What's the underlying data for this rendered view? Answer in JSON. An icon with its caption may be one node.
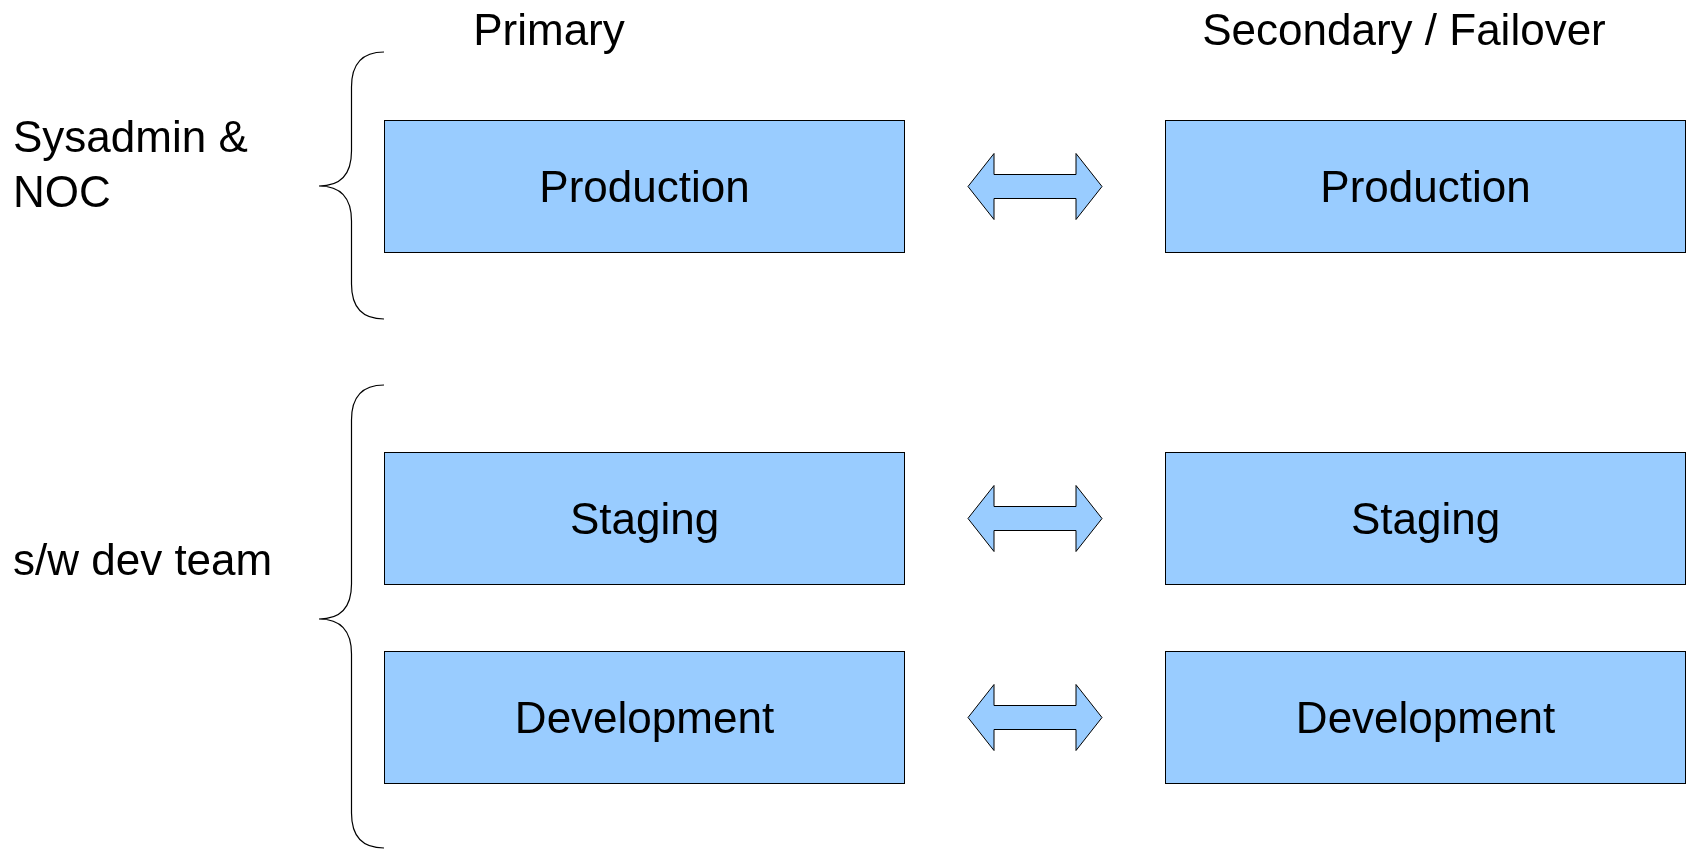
{
  "diagram": {
    "nodes": [
      {
        "text": [
          "Production"
        ]
      },
      {
        "text": [
          "Production"
        ]
      },
      {
        "text": [
          "Staging"
        ]
      },
      {
        "text": [
          "Staging"
        ]
      },
      {
        "text": [
          "Development"
        ]
      },
      {
        "text": [
          "Development"
        ]
      }
    ],
    "edges": [
      {
        "from": 0,
        "to": 1,
        "arrow": "both"
      },
      {
        "from": 2,
        "to": 3,
        "arrow": "both"
      },
      {
        "from": 4,
        "to": 5,
        "arrow": "both"
      }
    ],
    "labels": [
      "Primary",
      "Secondary / Failover",
      "Sysadmin & NOC",
      "s/w dev team"
    ]
  }
}
